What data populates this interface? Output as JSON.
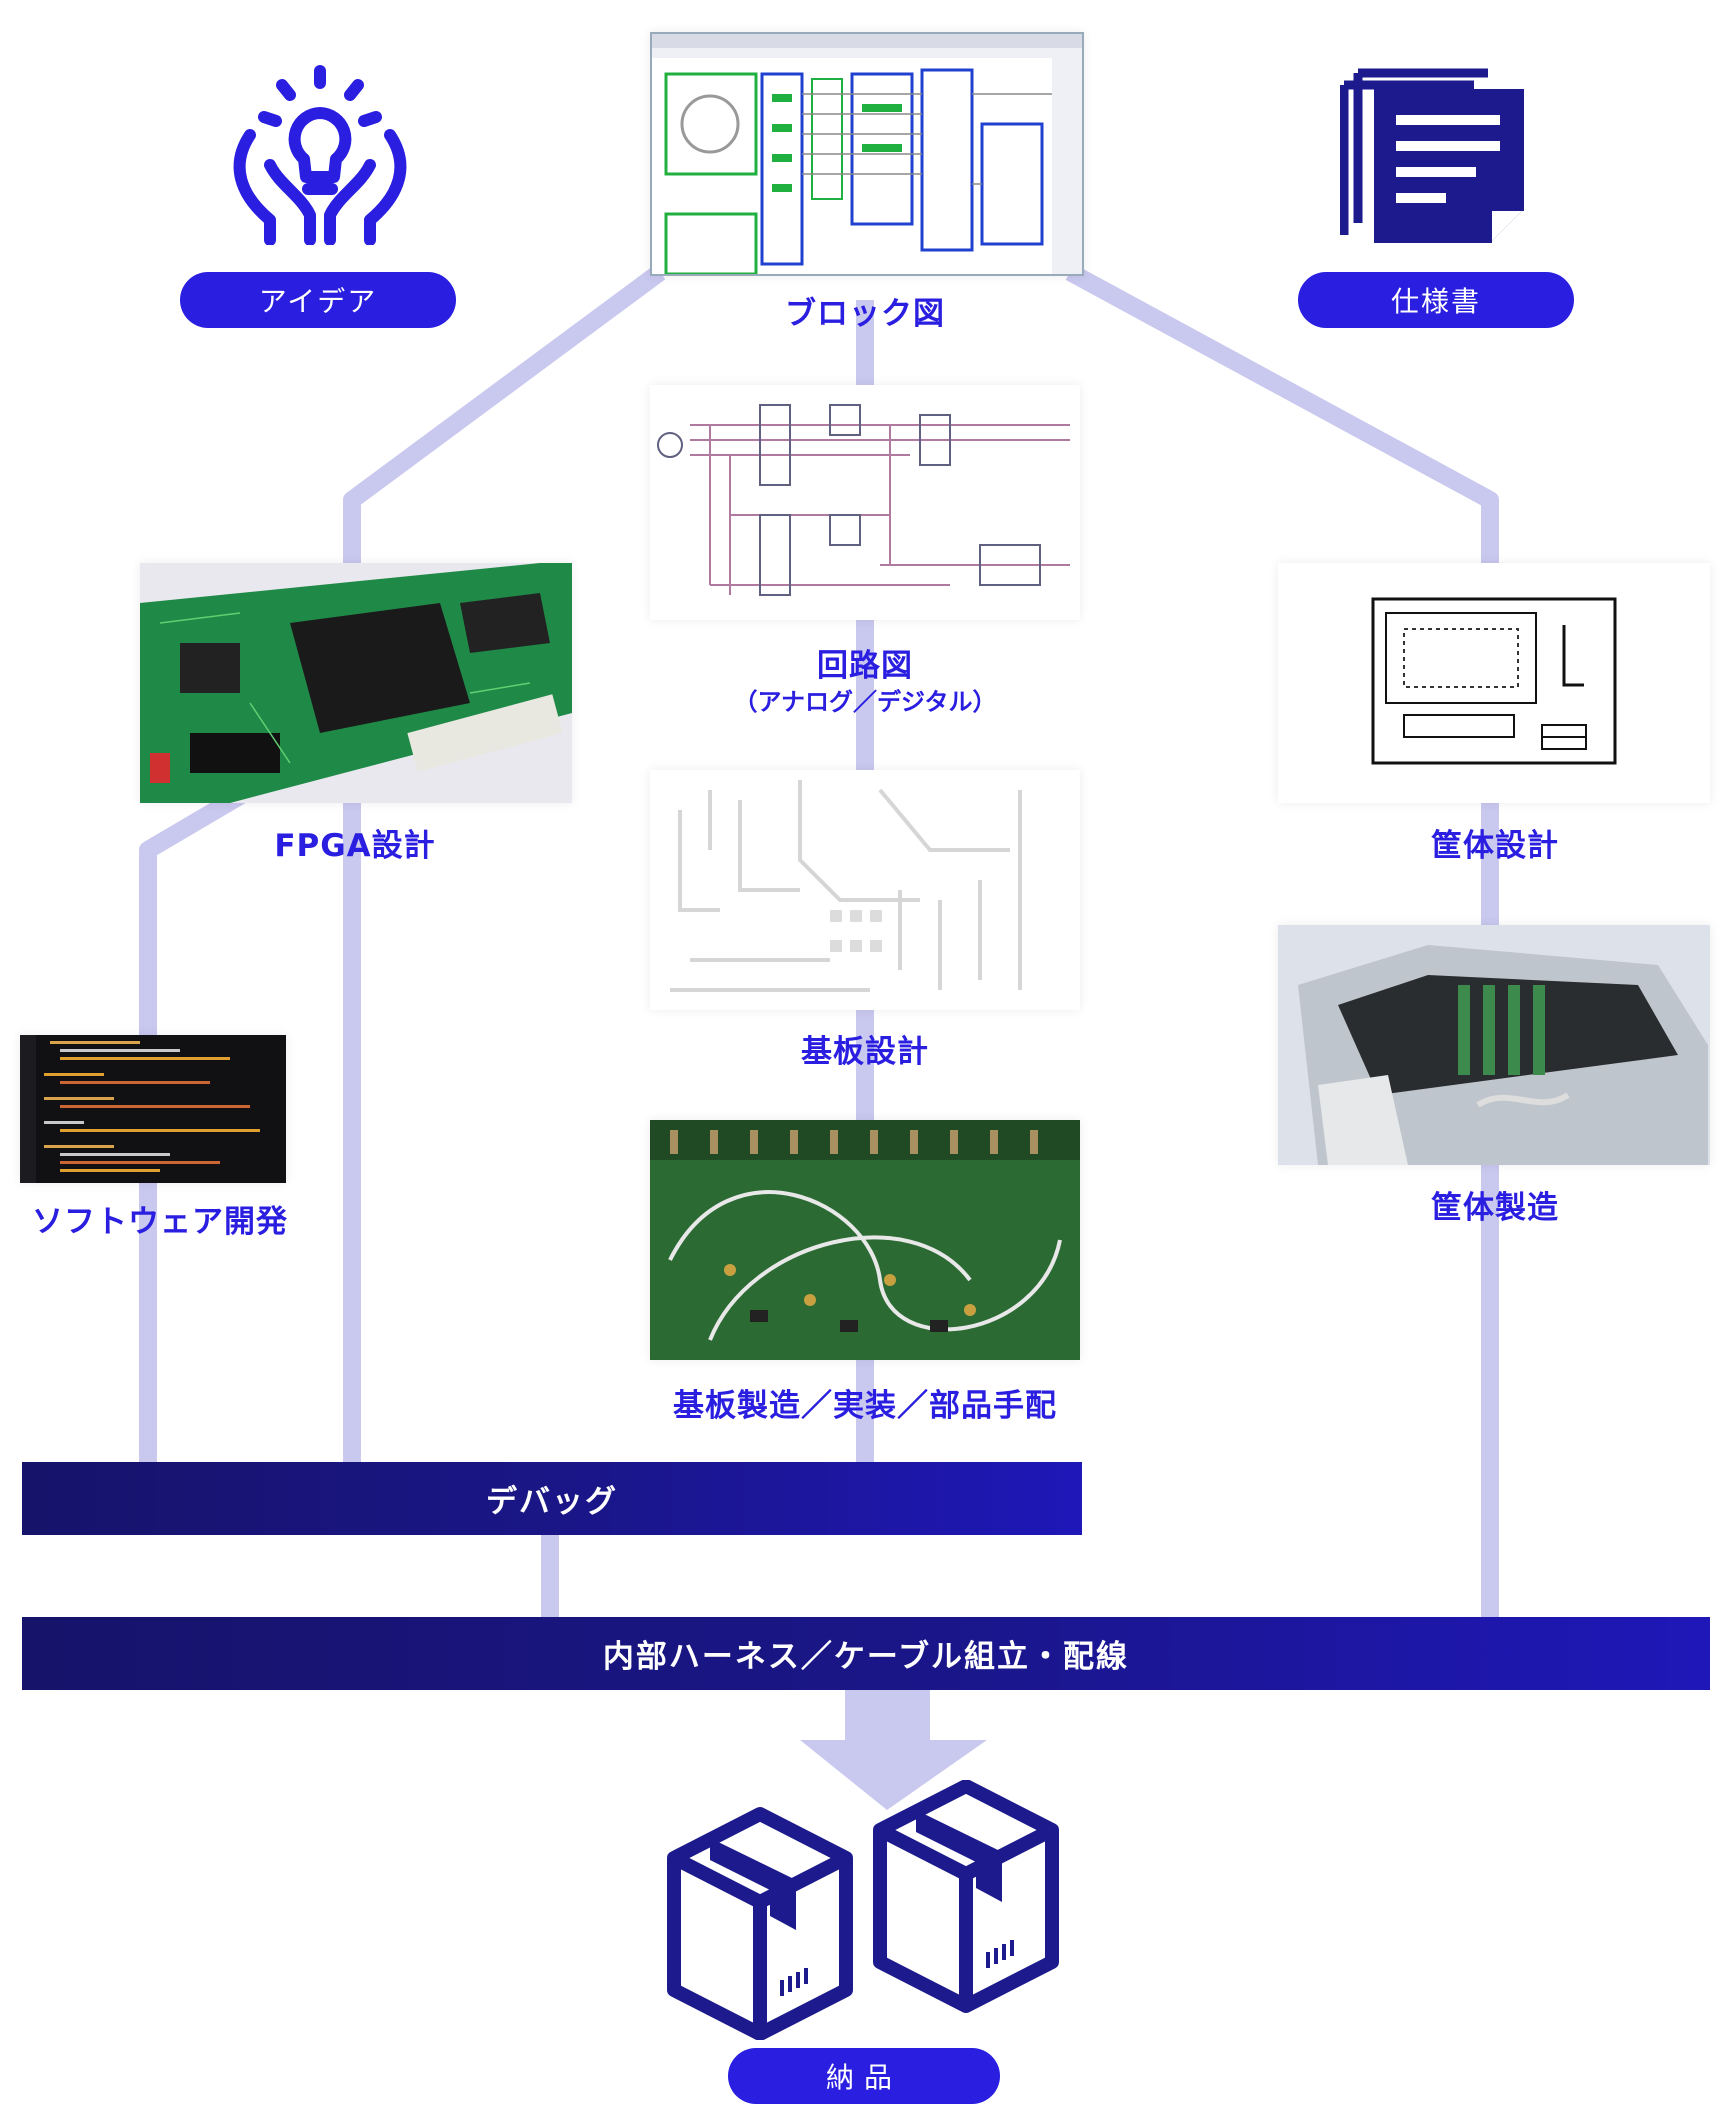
{
  "colors": {
    "accent": "#2a1ee0",
    "connector": "#c9c8ef",
    "bar_dark": "#16136a",
    "bar_light": "#1f17b8"
  },
  "nodes": {
    "idea": {
      "label": "アイデア",
      "icon": "lightbulb-hands-icon"
    },
    "block_diagram": {
      "label": "ブロック図",
      "image": "block-diagram-screenshot"
    },
    "spec": {
      "label": "仕様書",
      "icon": "document-stack-icon"
    },
    "circuit": {
      "label": "回路図",
      "sublabel": "（アナログ／デジタル）",
      "image": "circuit-schematic"
    },
    "fpga": {
      "label": "FPGA設計",
      "image": "fpga-board-photo"
    },
    "housing_design": {
      "label": "筐体設計",
      "image": "housing-drawing"
    },
    "pcb_design": {
      "label": "基板設計",
      "image": "pcb-layout"
    },
    "housing_mfg": {
      "label": "筐体製造",
      "image": "housing-photo"
    },
    "software": {
      "label": "ソフトウェア開発",
      "image": "source-code-screenshot"
    },
    "pcb_mfg": {
      "label": "基板製造／実装／部品手配",
      "image": "assembled-board-photo"
    },
    "debug": {
      "label": "デバッグ"
    },
    "harness": {
      "label": "内部ハーネス／ケーブル組立・配線"
    },
    "delivery": {
      "label": "納品",
      "icon": "boxes-icon"
    }
  }
}
